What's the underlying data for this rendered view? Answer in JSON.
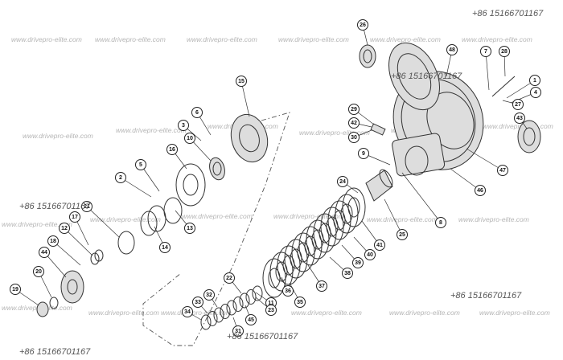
{
  "watermark": {
    "site": "www.drivepro-elite.com",
    "phone": "+86 15166701167"
  },
  "callouts": [
    "1",
    "2",
    "3",
    "4",
    "5",
    "6",
    "7",
    "8",
    "9",
    "10",
    "11",
    "12",
    "13",
    "14",
    "15",
    "16",
    "17",
    "18",
    "19",
    "20",
    "21",
    "22",
    "23",
    "24",
    "25",
    "26",
    "27",
    "28",
    "29",
    "30",
    "31",
    "32",
    "33",
    "34",
    "35",
    "36",
    "37",
    "38",
    "39",
    "40",
    "41",
    "42",
    "43",
    "44",
    "45",
    "46",
    "47",
    "48"
  ]
}
